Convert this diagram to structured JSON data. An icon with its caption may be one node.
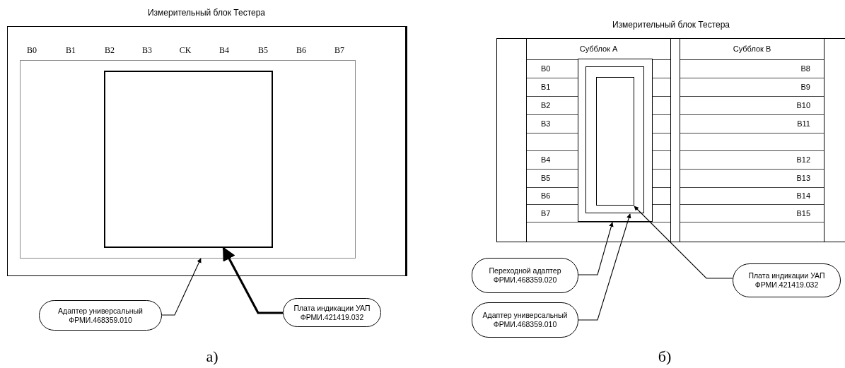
{
  "diagram": {
    "nodes": [
      {
        "text": [
          "Измерительный блок Тестера"
        ]
      },
      {
        "text": [],
        "shape": "box",
        "in": 0
      },
      {
        "text": [],
        "shape": "box",
        "in": 1
      },
      {
        "text": [
          "Адаптер универсальный ФРМИ.468359.010"
        ]
      },
      {
        "text": [
          "Плата индикации УАП ФРМИ.421419.032"
        ]
      },
      {
        "text": [
          "Измерительный блок Тестера"
        ]
      },
      {
        "text": [
          "Субблок А"
        ],
        "in": 5
      },
      {
        "text": [
          "Субблок В"
        ],
        "in": 5
      },
      {
        "text": [],
        "shape": "box",
        "in": 6
      },
      {
        "text": [],
        "shape": "box",
        "in": 8
      },
      {
        "text": [],
        "shape": "box",
        "in": 9
      },
      {
        "text": [
          "Переходной адаптер ФРМИ.468359.020"
        ]
      },
      {
        "text": [
          "Адаптер универсальный ФРМИ.468359.010"
        ]
      },
      {
        "text": [
          "Плата индикации УАП ФРМИ.421419.032"
        ]
      }
    ],
    "edges": [
      {
        "from": 3,
        "to": 1,
        "arrow": "to"
      },
      {
        "from": 4,
        "to": 2,
        "arrow": "to",
        "style": "thick"
      },
      {
        "from": 11,
        "to": 8,
        "arrow": "to"
      },
      {
        "from": 12,
        "to": 9,
        "arrow": "to"
      },
      {
        "from": 13,
        "to": 10,
        "arrow": "to"
      }
    ],
    "labels": [
      "B0",
      "B1",
      "B2",
      "B3",
      "CK",
      "B4",
      "B5",
      "B6",
      "B7",
      "B0",
      "B8",
      "B1",
      "B9",
      "B2",
      "B10",
      "B3",
      "B11",
      "B4",
      "B12",
      "B5",
      "B13",
      "B6",
      "B14",
      "B7",
      "B15",
      "а)",
      "б)"
    ]
  }
}
